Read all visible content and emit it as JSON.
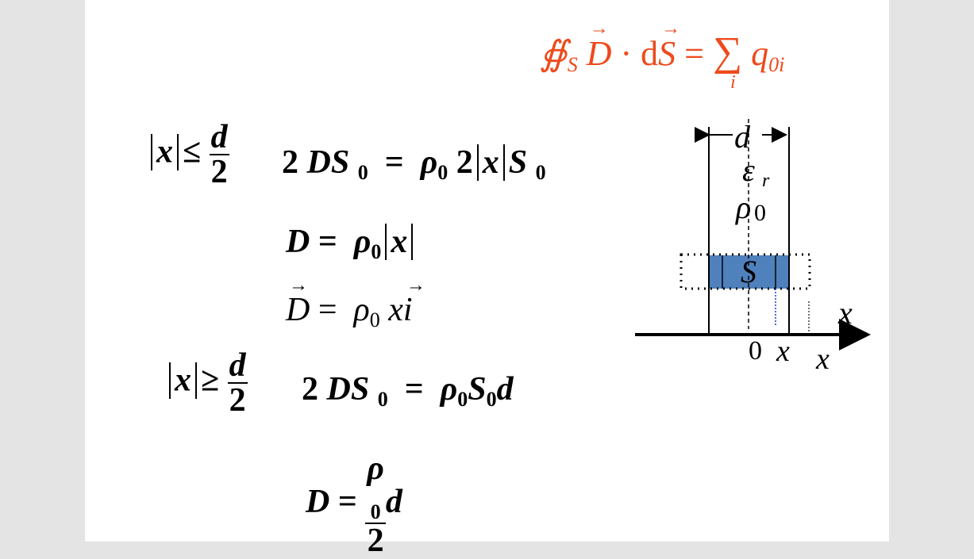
{
  "gauss_law": {
    "oint": "∯",
    "sub_S": "S",
    "D": "D",
    "dot": "·",
    "d": "d",
    "S": "S",
    "eq": "=",
    "sum": "∑",
    "sum_index": "i",
    "q": "q",
    "q_sub": "0i"
  },
  "case1": {
    "abs_x": "x",
    "leq": "≤",
    "num": "d",
    "den": "2"
  },
  "eq1": {
    "lhs": "2",
    "D": "D",
    "S": "S",
    "S_sub": "0",
    "eq": "=",
    "rho": "ρ",
    "rho_sub": "0",
    "two": "2",
    "x": "x",
    "S2": "S",
    "S2_sub": "0"
  },
  "eq2": {
    "D": "D",
    "eq": "=",
    "rho": "ρ",
    "rho_sub": "0",
    "x": "x"
  },
  "eq3": {
    "D": "D",
    "eq": "=",
    "rho": "ρ",
    "rho_sub": "0",
    "x": "x",
    "i": "i"
  },
  "case2": {
    "abs_x": "x",
    "geq": "≥",
    "num": "d",
    "den": "2"
  },
  "eq4": {
    "two": "2",
    "D": "D",
    "S": "S",
    "S_sub": "0",
    "eq": "=",
    "rho": "ρ",
    "rho_sub": "0",
    "S2": "S",
    "S2_sub": "0",
    "d": "d"
  },
  "eq5": {
    "D": "D",
    "eq": "=",
    "rho": "ρ",
    "rho_sub": "0",
    "den": "2",
    "d": "d"
  },
  "diagram": {
    "d": "d",
    "eps": "ε",
    "eps_sub": "r",
    "rho": "ρ",
    "rho_sub": "0",
    "S": "S",
    "axis_label": "x",
    "origin": "0",
    "x_inside": "x",
    "x_outside": "x",
    "fill_color": "#4f81bd",
    "red_color": "#ee4a1c"
  }
}
